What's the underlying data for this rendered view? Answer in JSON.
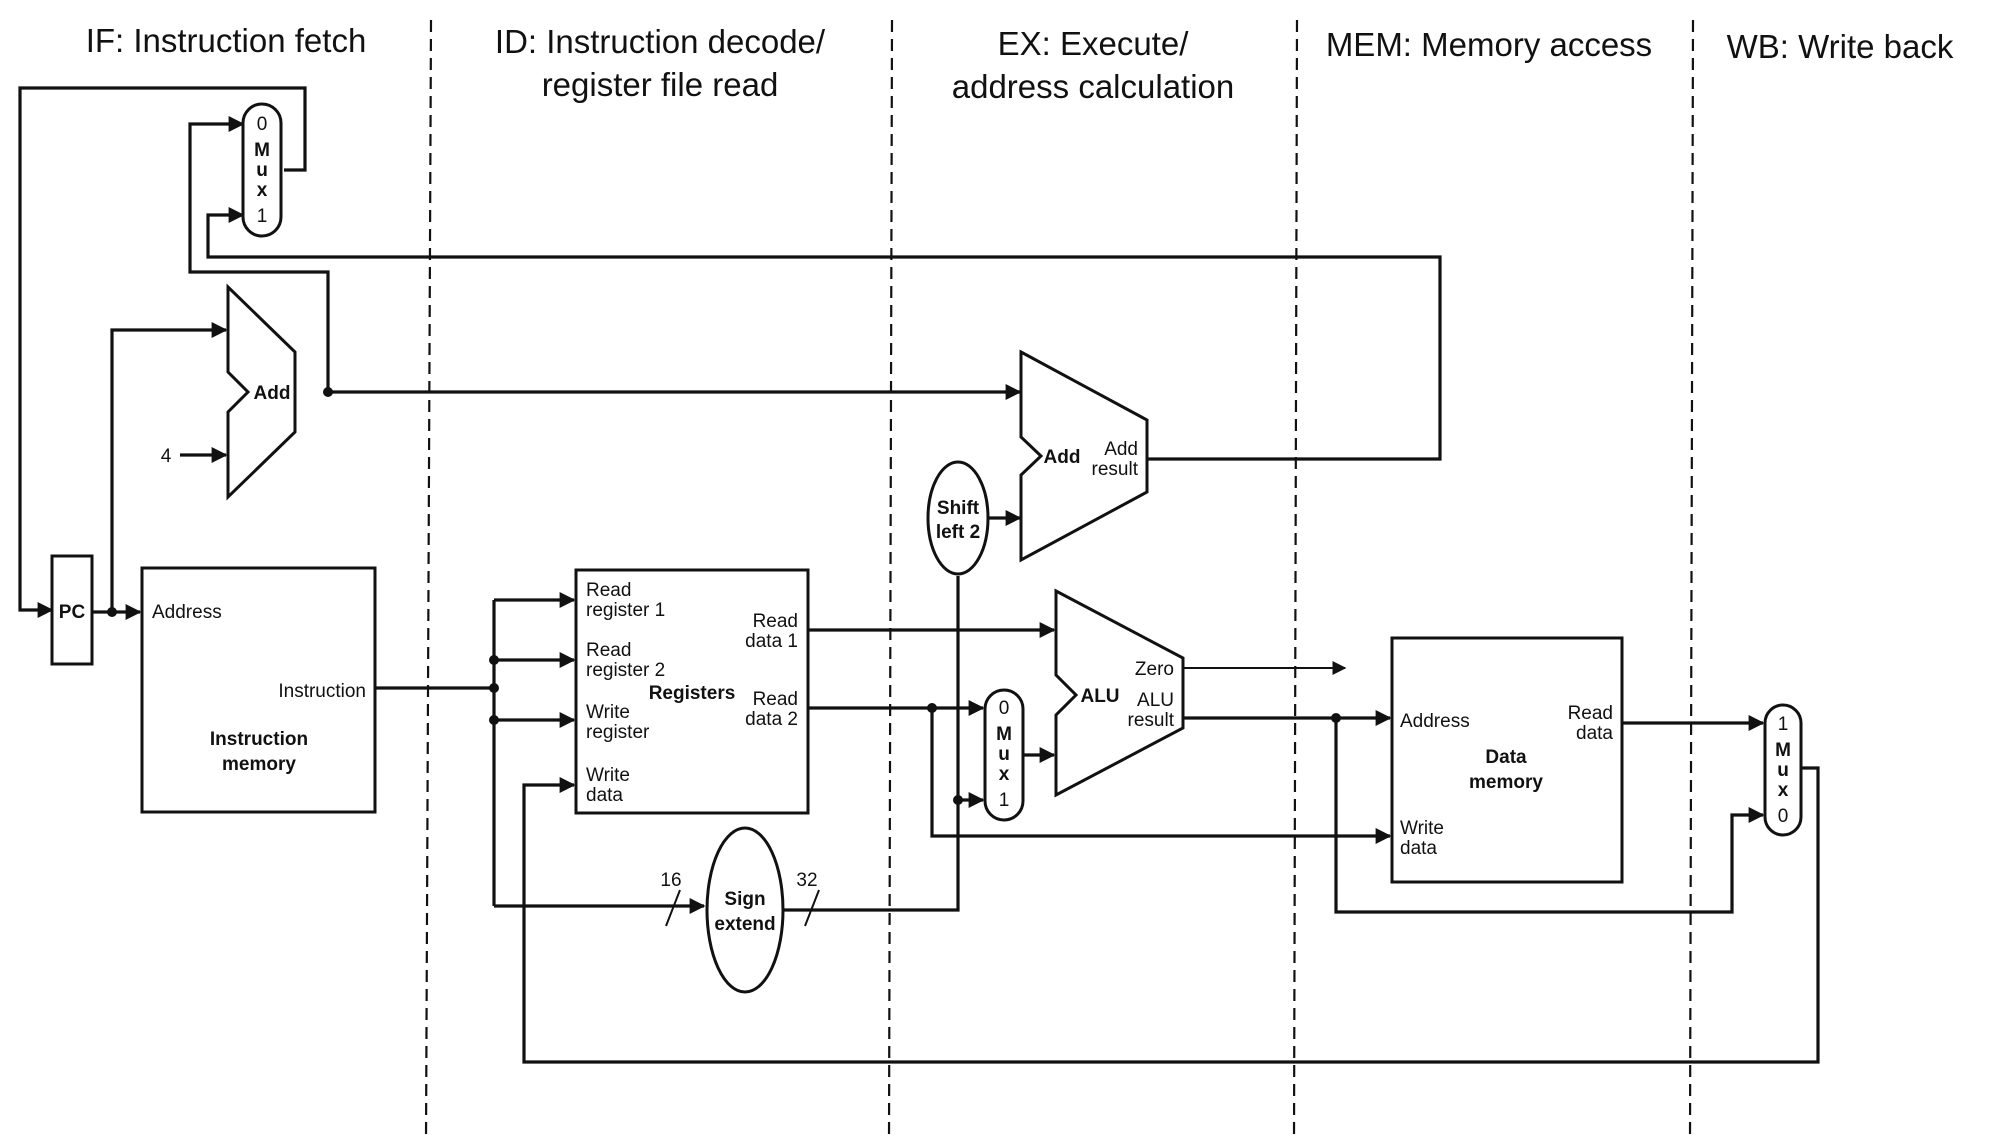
{
  "stages": [
    {
      "id": "if",
      "label": "IF: Instruction fetch"
    },
    {
      "id": "id",
      "line1": "ID: Instruction decode/",
      "line2": "register file read"
    },
    {
      "id": "ex",
      "line1": "EX: Execute/",
      "line2": "address calculation"
    },
    {
      "id": "mem",
      "label": "MEM: Memory access"
    },
    {
      "id": "wb",
      "label": "WB: Write back"
    }
  ],
  "pc": {
    "label": "PC"
  },
  "pc_mux": {
    "in0": "0",
    "letters": [
      "M",
      "u",
      "x"
    ],
    "in1": "1"
  },
  "pc_adder": {
    "label": "Add",
    "constant": "4"
  },
  "instruction_memory": {
    "address": "Address",
    "instruction": "Instruction",
    "title1": "Instruction",
    "title2": "memory"
  },
  "registers": {
    "read_reg1": [
      "Read",
      "register 1"
    ],
    "read_reg2": [
      "Read",
      "register 2"
    ],
    "write_reg": [
      "Write",
      "register"
    ],
    "write_data": [
      "Write",
      "data"
    ],
    "read_data1": [
      "Read",
      "data 1"
    ],
    "read_data2": [
      "Read",
      "data 2"
    ],
    "title": "Registers"
  },
  "sign_extend": {
    "line1": "Sign",
    "line2": "extend",
    "in_width": "16",
    "out_width": "32"
  },
  "shift_left": {
    "line1": "Shift",
    "line2": "left 2"
  },
  "branch_adder": {
    "label": "Add",
    "result1": "Add",
    "result2": "result"
  },
  "alu_mux": {
    "in0": "0",
    "letters": [
      "M",
      "u",
      "x"
    ],
    "in1": "1"
  },
  "alu": {
    "label": "ALU",
    "zero": "Zero",
    "result1": "ALU",
    "result2": "result"
  },
  "data_memory": {
    "address": "Address",
    "write_data": [
      "Write",
      "data"
    ],
    "read_data": [
      "Read",
      "data"
    ],
    "title1": "Data",
    "title2": "memory"
  },
  "wb_mux": {
    "in1": "1",
    "letters": [
      "M",
      "u",
      "x"
    ],
    "in0": "0"
  }
}
